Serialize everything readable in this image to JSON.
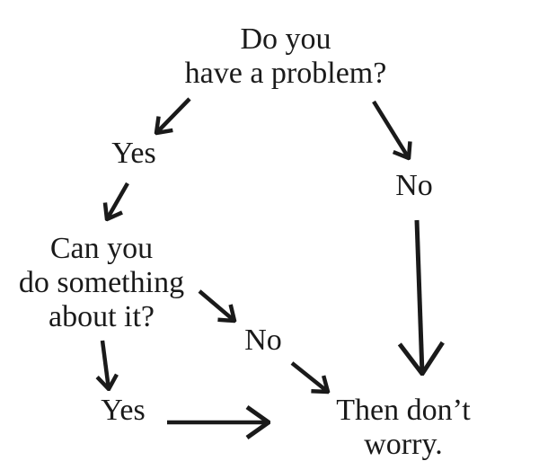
{
  "colors": {
    "ink": "#1a1a1a",
    "background": "#ffffff"
  },
  "nodes": {
    "problem": "Do you\nhave a problem?",
    "yes_top": "Yes",
    "can_you": "Can you\ndo something\nabout it?",
    "no_middle": "No",
    "yes_bottom": "Yes",
    "no_right": "No",
    "conclusion": "Then don’t worry."
  },
  "edges": [
    {
      "from": "problem",
      "to": "yes_top"
    },
    {
      "from": "problem",
      "to": "no_right"
    },
    {
      "from": "yes_top",
      "to": "can_you"
    },
    {
      "from": "can_you",
      "to": "no_middle"
    },
    {
      "from": "can_you",
      "to": "yes_bottom"
    },
    {
      "from": "no_middle",
      "to": "conclusion"
    },
    {
      "from": "yes_bottom",
      "to": "conclusion"
    },
    {
      "from": "no_right",
      "to": "conclusion"
    }
  ]
}
